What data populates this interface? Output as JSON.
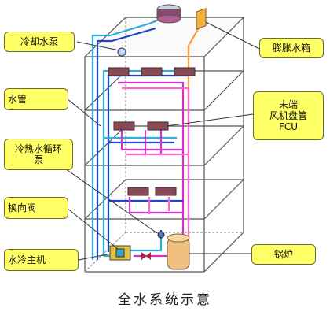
{
  "labels": {
    "cooling_pump": "冷却水泵",
    "expansion_tank": "膨胀水箱",
    "water_pipe": "水管",
    "fcu_line1": "末端",
    "fcu_line2": "风机盘管",
    "fcu_line3": "FCU",
    "circ_pump_line1": "冷热水循环",
    "circ_pump_line2": "泵",
    "reversing_valve": "换向阀",
    "chiller": "水冷主机",
    "boiler": "锅炉"
  },
  "caption": "全水系统示意",
  "colors": {
    "label_fill": "#ffff66",
    "building_line": "#555555",
    "supply_pipe": "#33aadd",
    "return_pipe": "#cc33cc",
    "pink_pipe": "#ff66cc",
    "blue_pipe": "#2244cc",
    "tank_pipe": "#ff9933",
    "fcu_unit": "#8a4a55",
    "boiler": "#f0c080"
  }
}
